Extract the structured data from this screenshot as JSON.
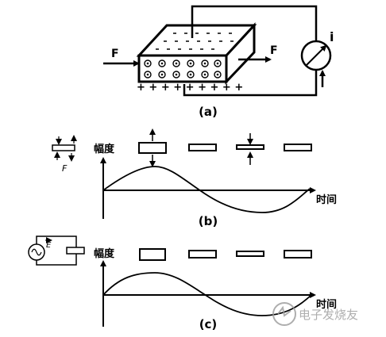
{
  "figure_a": {
    "force_left": "F",
    "force_right": "F",
    "current": "i",
    "plus_signs": "+ + + + + + + + +",
    "caption": "(a)"
  },
  "figure_b": {
    "inset_force": "F",
    "ylabel": "幅度",
    "xlabel": "时间",
    "caption": "(b)"
  },
  "figure_c": {
    "inset_field": "E",
    "ylabel": "幅度",
    "xlabel": "时间",
    "caption": "(c)"
  },
  "watermark": {
    "text": "电子发烧友"
  }
}
